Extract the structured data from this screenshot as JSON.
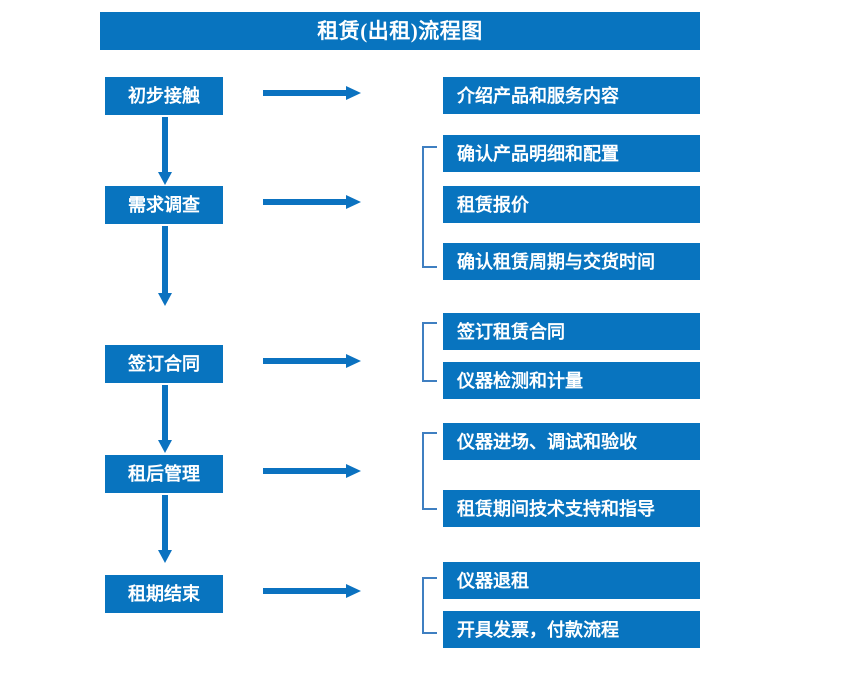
{
  "title": "租赁(出租)流程图",
  "theme": {
    "box_fill": "#0874bf",
    "box_text": "#ffffff",
    "arrow": "#0b72c0",
    "bracket": "#3f7fc1",
    "background": "#ffffff"
  },
  "stages": [
    {
      "label": "初步接触"
    },
    {
      "label": "需求调查"
    },
    {
      "label": "签订合同"
    },
    {
      "label": "租后管理"
    },
    {
      "label": "租期结束"
    }
  ],
  "details": [
    {
      "label": "介绍产品和服务内容"
    },
    {
      "label": "确认产品明细和配置"
    },
    {
      "label": "租赁报价"
    },
    {
      "label": "确认租赁周期与交货时间"
    },
    {
      "label": "签订租赁合同"
    },
    {
      "label": "仪器检测和计量"
    },
    {
      "label": "仪器进场、调试和验收"
    },
    {
      "label": "租赁期间技术支持和指导"
    },
    {
      "label": "仪器退租"
    },
    {
      "label": "开具发票，付款流程"
    }
  ]
}
